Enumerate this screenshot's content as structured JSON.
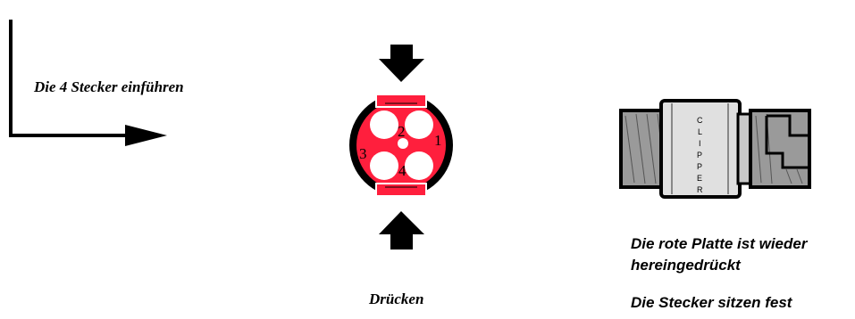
{
  "step": {
    "insert_label": "Die 4 Stecker einführen",
    "press_label": "Drücken",
    "plate_text": "Die rote Platte ist wieder hereingedrückt",
    "plugs_text": "Die Stecker sitzen fest"
  },
  "connector": {
    "pin_numbers": [
      "1",
      "2",
      "3",
      "4"
    ],
    "plate_color": "#ff1f3d"
  },
  "clipper": {
    "letters": [
      "C",
      "L",
      "I",
      "P",
      "P",
      "E",
      "R"
    ]
  },
  "icons": [
    "arrow-elbow-right-icon",
    "arrow-down-icon",
    "arrow-up-icon"
  ]
}
